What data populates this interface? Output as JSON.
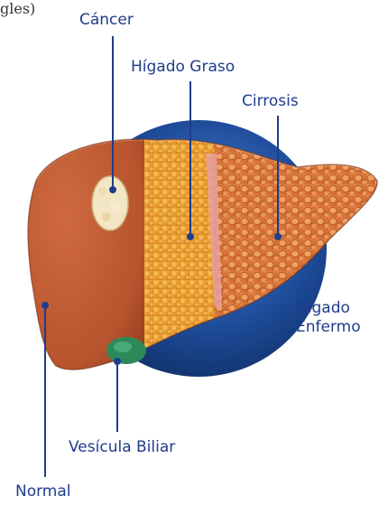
{
  "caption_fragment": "gles)",
  "labels": {
    "cancer": "Cáncer",
    "fatty_liver": "Hígado Graso",
    "cirrhosis": "Cirrosis",
    "diseased_liver_line1": "Hígado",
    "diseased_liver_line2": "Enfermo",
    "gallbladder": "Vesícula Biliar",
    "normal": "Normal"
  },
  "colors": {
    "label_text": "#1f3c8c",
    "leader_line": "#1f3c8c",
    "background_circle": "#1f4e9c",
    "normal_tissue": "#b8542e",
    "fatty_tissue": "#e8a032",
    "cirrhosis_tissue": "#d8723a",
    "tumor": "#f2e6c4",
    "gallbladder": "#2c8a5a"
  }
}
